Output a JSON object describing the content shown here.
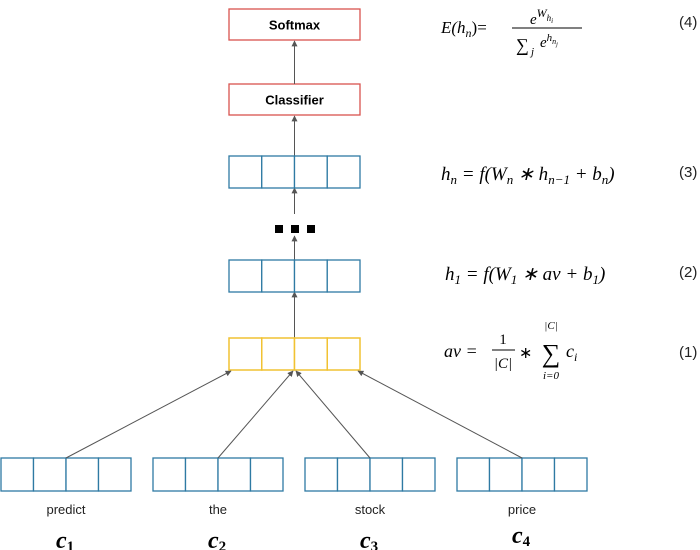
{
  "boxes": {
    "softmax": "Softmax",
    "classifier": "Classifier"
  },
  "ellipsis": "■ ■ ■",
  "words": [
    "predict",
    "the",
    "stock",
    "price"
  ],
  "chars": [
    {
      "base": "c",
      "sub": "1"
    },
    {
      "base": "c",
      "sub": "2"
    },
    {
      "base": "c",
      "sub": "3"
    },
    {
      "base": "c",
      "sub": "4"
    }
  ],
  "equations": {
    "eq4": {
      "lhs": "E(h",
      "lhs_sub": "n",
      "lhs_end": ")=",
      "num_base": "e",
      "num_sup": "W",
      "num_supsub": "h",
      "num_supsubsub": "i",
      "den_sum": "∑",
      "den_sub": "j",
      "den_base": "e",
      "den_sup": "h",
      "den_supsub": "n",
      "den_supsubsub": "j",
      "number": "(4)"
    },
    "eq3": {
      "text_a": "h",
      "sub_a": "n",
      "text_b": " = f(W",
      "sub_b": "n",
      "text_c": " ∗ h",
      "sub_c": "n−1",
      "text_d": " + b",
      "sub_d": "n",
      "text_e": ")",
      "number": "(3)"
    },
    "eq2": {
      "text_a": "h",
      "sub_a": "1",
      "text_b": " = f(W",
      "sub_b": "1",
      "text_c": " ∗ av + b",
      "sub_c": "1",
      "text_d": ")",
      "number": "(2)"
    },
    "eq1": {
      "lhs": "av =",
      "frac_num": "1",
      "frac_den": "|C|",
      "op": "∗",
      "sum": "∑",
      "sum_top": "|C|",
      "sum_bottom": "i=0",
      "term": "c",
      "term_sub": "i",
      "number": "(1)"
    }
  },
  "colors": {
    "red": "#d9534f",
    "blue": "#2e7aa3",
    "yellow": "#f1c232",
    "arrow": "#555555"
  }
}
